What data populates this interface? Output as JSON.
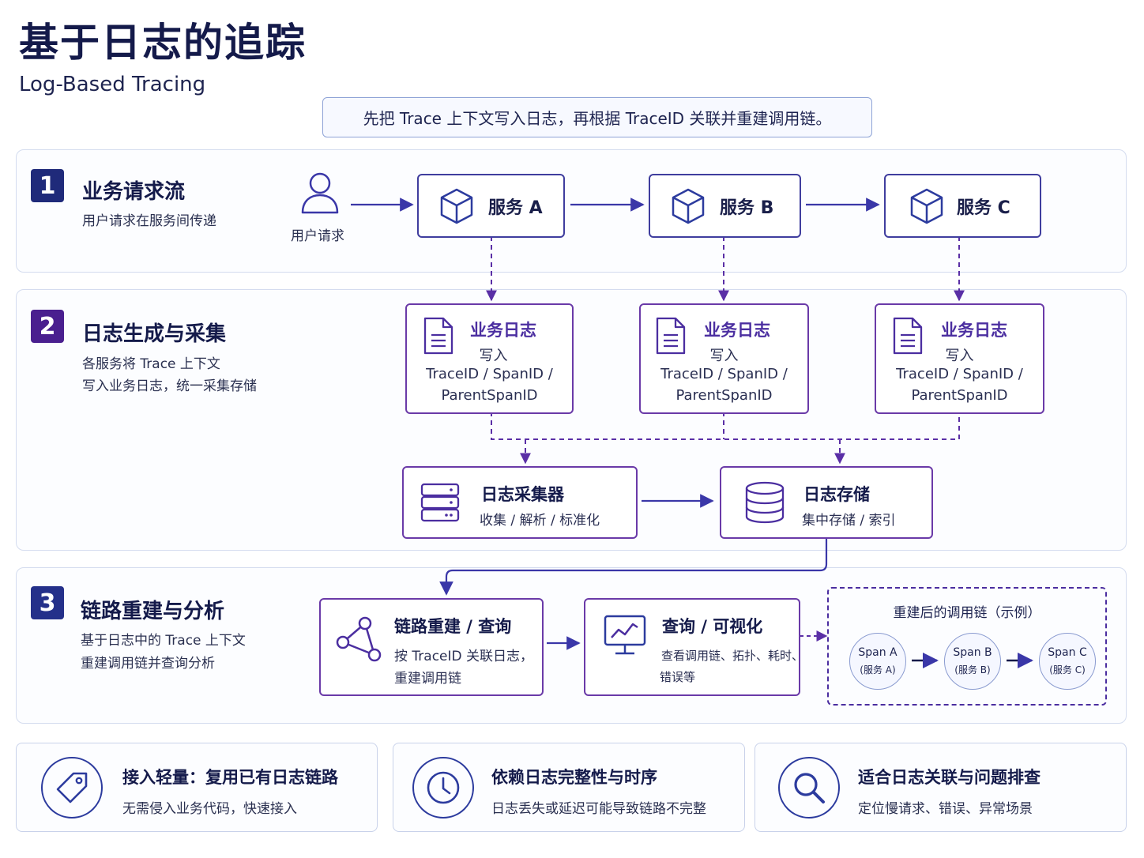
{
  "header": {
    "title": "基于日志的追踪",
    "subtitle": "Log-Based Tracing",
    "banner": "先把 Trace 上下文写入日志，再根据 TraceID 关联并重建调用链。"
  },
  "sections": [
    {
      "number": "1",
      "title": "业务请求流",
      "desc_lines": [
        "用户请求在服务间传递"
      ],
      "user_label": "用户请求",
      "services": [
        "服务 A",
        "服务 B",
        "服务 C"
      ]
    },
    {
      "number": "2",
      "title": "日志生成与采集",
      "desc_lines": [
        "各服务将 Trace 上下文",
        "写入业务日志，统一采集存储"
      ],
      "log_boxes": [
        {
          "title": "业务日志",
          "line1": "写入",
          "line2": "TraceID / SpanID /",
          "line3": "ParentSpanID"
        },
        {
          "title": "业务日志",
          "line1": "写入",
          "line2": "TraceID / SpanID /",
          "line3": "ParentSpanID"
        },
        {
          "title": "业务日志",
          "line1": "写入",
          "line2": "TraceID / SpanID /",
          "line3": "ParentSpanID"
        }
      ],
      "collector": {
        "title": "日志采集器",
        "sub": "收集 / 解析 / 标准化"
      },
      "storage": {
        "title": "日志存储",
        "sub": "集中存储 / 索引"
      }
    },
    {
      "number": "3",
      "title": "链路重建与分析",
      "desc_lines": [
        "基于日志中的 Trace 上下文",
        "重建调用链并查询分析"
      ],
      "rebuild": {
        "title": "链路重建 / 查询",
        "line1": "按 TraceID 关联日志，",
        "line2": "重建调用链"
      },
      "query": {
        "title": "查询 / 可视化",
        "line1": "查看调用链、拓扑、耗时、",
        "line2": "错误等"
      },
      "example": {
        "title": "重建后的调用链（示例）",
        "spans": [
          {
            "name": "Span A",
            "service": "(服务 A)"
          },
          {
            "name": "Span B",
            "service": "(服务 B)"
          },
          {
            "name": "Span C",
            "service": "(服务 C)"
          }
        ]
      }
    }
  ],
  "cards": [
    {
      "icon": "tag-icon",
      "title": "接入轻量：复用已有日志链路",
      "desc": "无需侵入业务代码，快速接入"
    },
    {
      "icon": "clock-icon",
      "title": "依赖日志完整性与时序",
      "desc": "日志丢失或延迟可能导致链路不完整"
    },
    {
      "icon": "search-icon",
      "title": "适合日志关联与问题排查",
      "desc": "定位慢请求、错误、异常场景"
    }
  ],
  "colors": {
    "navy": "#141a4a",
    "section1_badge": "#1f2a7a",
    "section2_badge": "#4a1f8f",
    "section3_badge": "#24308a",
    "box_border": "#3f3d9e",
    "arrow": "#3a37a8",
    "dashed": "#5a2fa6"
  }
}
